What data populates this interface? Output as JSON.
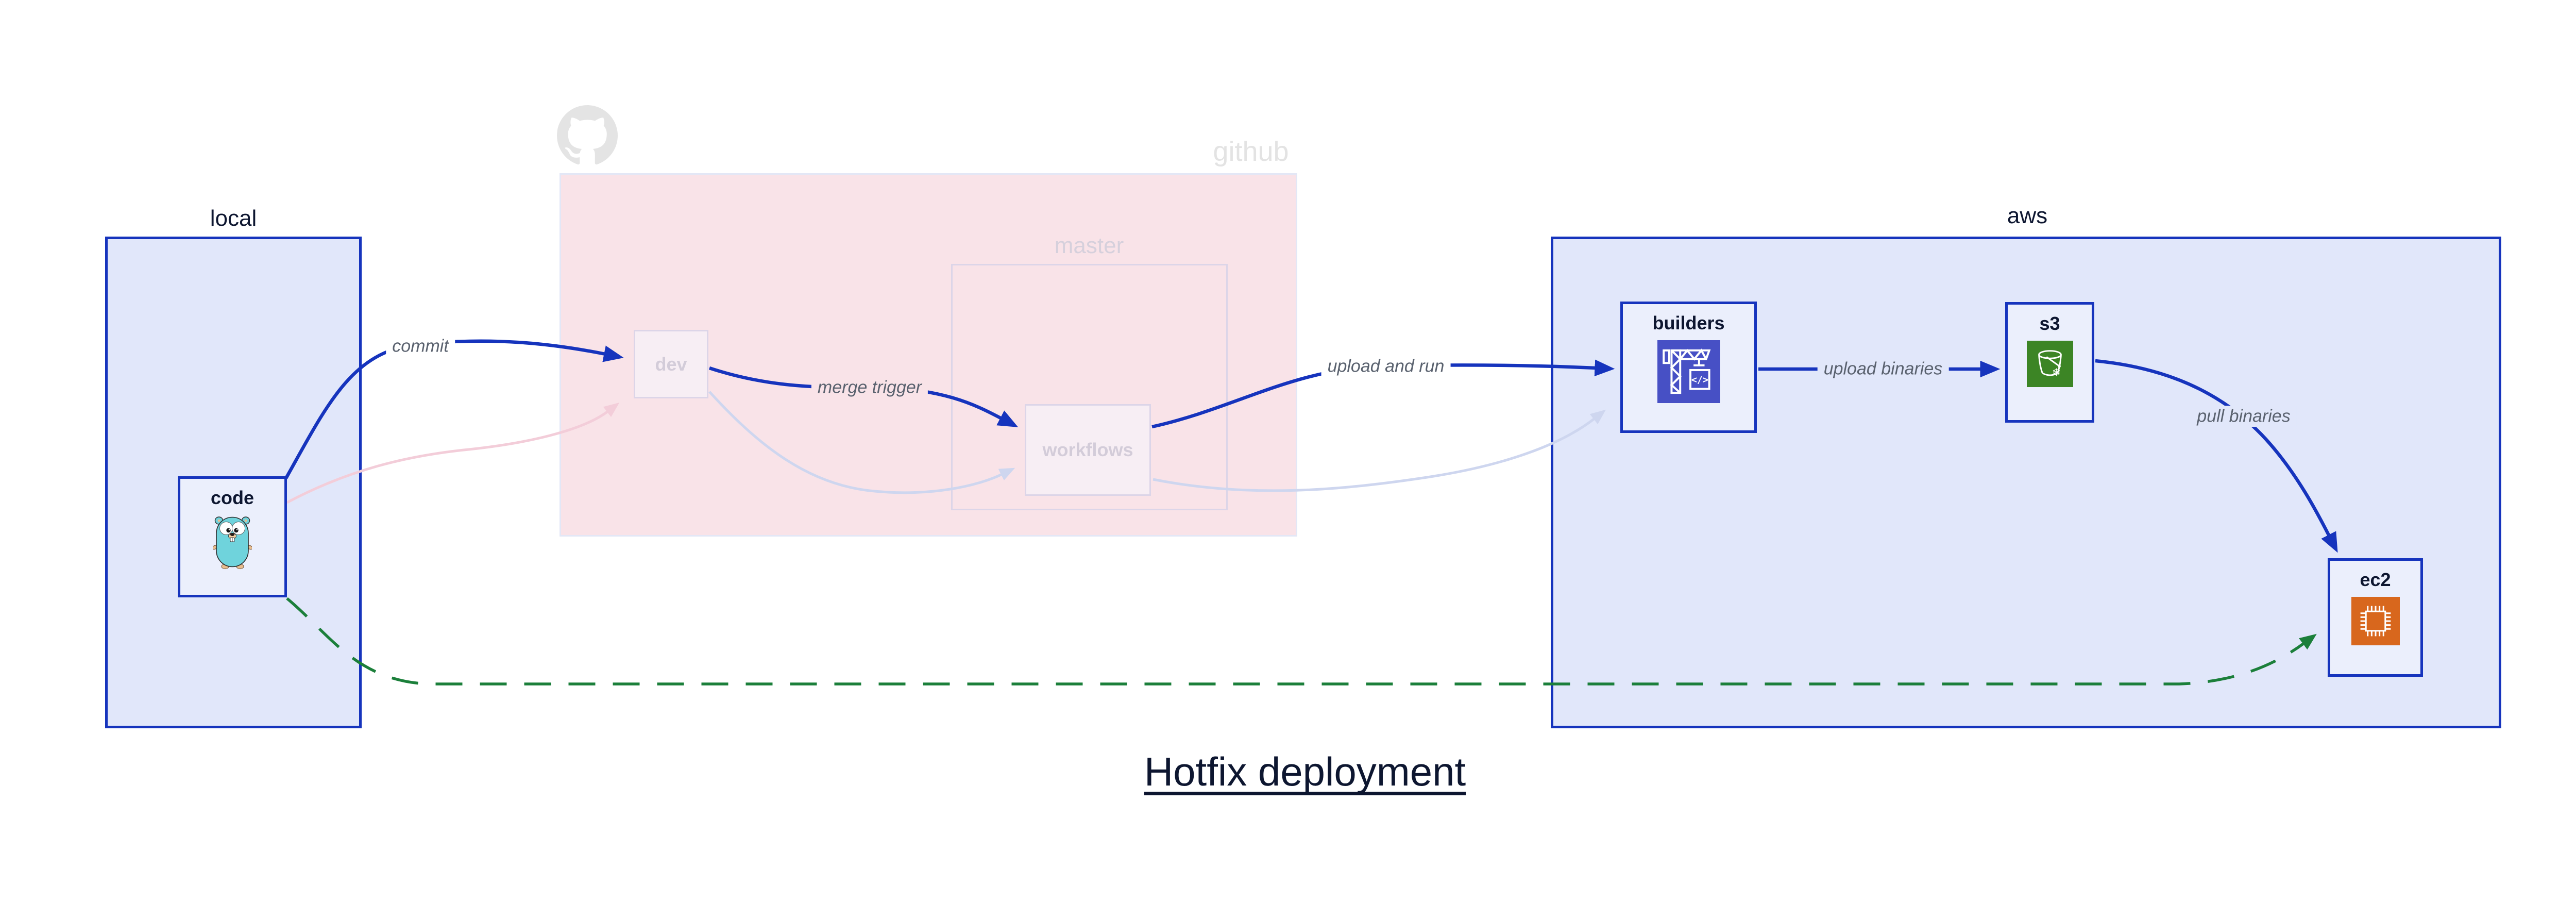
{
  "title": {
    "text": "Hotfix deployment"
  },
  "clusters": {
    "local": {
      "label": "local"
    },
    "github": {
      "label": "github",
      "faded": true
    },
    "master": {
      "label": "master",
      "faded": true
    },
    "aws": {
      "label": "aws"
    }
  },
  "nodes": {
    "code": {
      "label": "code",
      "icon": "go-gopher-icon"
    },
    "dev": {
      "label": "dev",
      "faded": true
    },
    "workflows": {
      "label": "workflows",
      "faded": true
    },
    "builders": {
      "label": "builders",
      "icon": "aws-codebuild-icon",
      "icon_glyph": "</>"
    },
    "s3": {
      "label": "s3",
      "icon": "aws-s3-icon",
      "icon_glyph": "❄"
    },
    "ec2": {
      "label": "ec2",
      "icon": "aws-ec2-icon"
    }
  },
  "edges": {
    "commit": {
      "label": "commit",
      "from": "code",
      "to": "dev",
      "style": "solid",
      "color": "#1634bd"
    },
    "merge_trigger": {
      "label": "merge trigger",
      "from": "dev",
      "to": "workflows",
      "style": "solid",
      "color": "#1634bd"
    },
    "upload_and_run": {
      "label": "upload and run",
      "from": "workflows",
      "to": "builders",
      "style": "solid",
      "color": "#1634bd"
    },
    "upload_binaries": {
      "label": "upload binaries",
      "from": "builders",
      "to": "s3",
      "style": "solid",
      "color": "#1634bd"
    },
    "pull_binaries": {
      "label": "pull binaries",
      "from": "s3",
      "to": "ec2",
      "style": "solid",
      "color": "#1634bd"
    },
    "code_dev_faded": {
      "label": "",
      "from": "code",
      "to": "dev",
      "style": "faded",
      "color": "#f3cdd9"
    },
    "dev_workflows_faded": {
      "label": "",
      "from": "dev",
      "to": "workflows",
      "style": "faded",
      "color": "#ced6ef"
    },
    "workflows_builders_faded": {
      "label": "",
      "from": "workflows",
      "to": "builders",
      "style": "faded",
      "color": "#ced6ef"
    },
    "hotfix_path": {
      "label": "",
      "from": "code",
      "to": "ec2",
      "style": "dashed",
      "color": "#1b7f3a"
    }
  },
  "colors": {
    "edge_blue": "#1634bd",
    "edge_green_dashed": "#1b7f3a",
    "edge_pink_faded": "#f3cdd9",
    "edge_lavender_faded": "#ced6ef",
    "cluster_border_blue": "#1634bd",
    "cluster_fill_blue": "#e1e7fa",
    "node_fill": "#ebeffc",
    "github_cluster_fill": "#f9e3e8",
    "faded_node_border": "#dcd5e8",
    "faded_label": "#d3ccd9",
    "codebuild_icon_bg": "#4750c5",
    "s3_icon_bg": "#3c8525",
    "ec2_icon_bg": "#d8671d",
    "gopher_body": "#6fd3dc",
    "edge_label_gray": "#59616e",
    "github_mark_gray": "#e4e4e4",
    "text_navy": "#0d1630"
  }
}
